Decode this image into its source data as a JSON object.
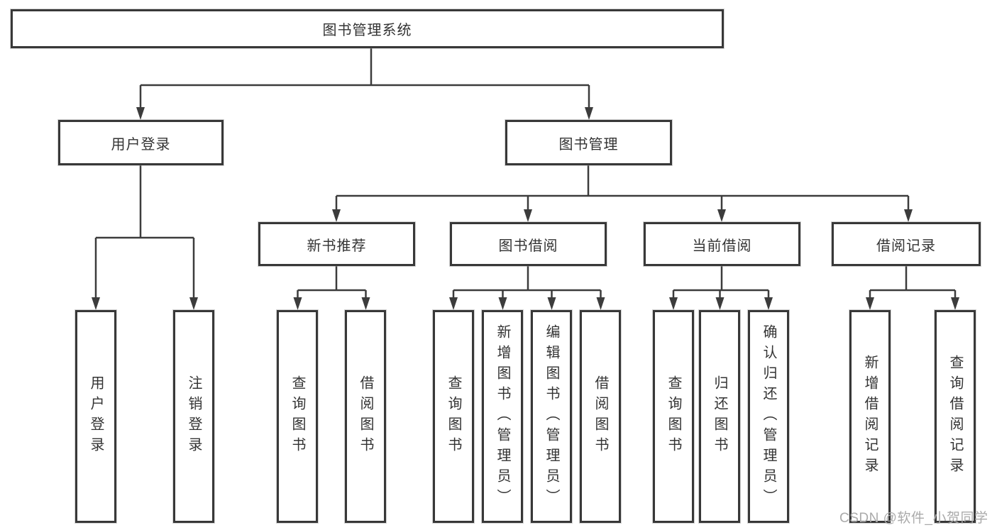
{
  "diagram": {
    "type": "hierarchy-tree",
    "colors": {
      "line": "#3c3c3c",
      "box_border": "#383838",
      "text": "#333333",
      "watermark": "#aaaaaa",
      "background": "#ffffff"
    },
    "watermark": "CSDN @软件_小贺同学"
  },
  "tree": {
    "label": "图书管理系统",
    "children": [
      {
        "label": "用户登录",
        "children": [
          {
            "label": "用户登录"
          },
          {
            "label": "注销登录"
          }
        ]
      },
      {
        "label": "图书管理",
        "children": [
          {
            "label": "新书推荐",
            "children": [
              {
                "label": "查询图书"
              },
              {
                "label": "借阅图书"
              }
            ]
          },
          {
            "label": "图书借阅",
            "children": [
              {
                "label": "查询图书"
              },
              {
                "label": "新增图书（管理员）"
              },
              {
                "label": "编辑图书（管理员）"
              },
              {
                "label": "借阅图书"
              }
            ]
          },
          {
            "label": "当前借阅",
            "children": [
              {
                "label": "查询图书"
              },
              {
                "label": "归还图书"
              },
              {
                "label": "确认归还（管理员）"
              }
            ]
          },
          {
            "label": "借阅记录",
            "children": [
              {
                "label": "新增借阅记录"
              },
              {
                "label": "查询借阅记录"
              }
            ]
          }
        ]
      }
    ]
  }
}
